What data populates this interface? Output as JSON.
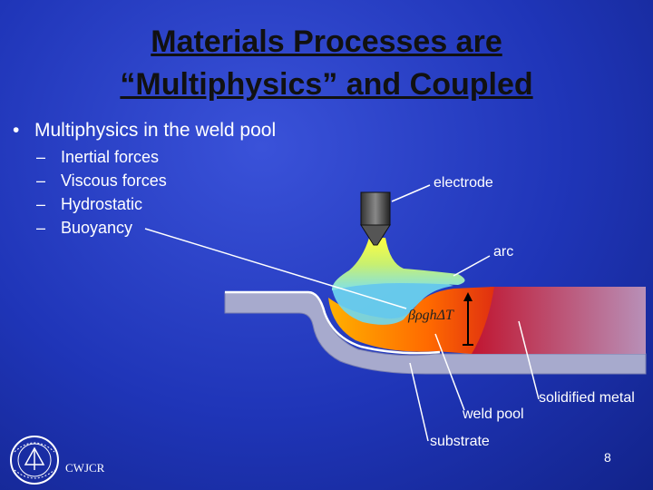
{
  "title": {
    "line1": "Materials Processes are",
    "line2": "“Multiphysics” and Coupled"
  },
  "bullet": {
    "marker": "•",
    "text": "Multiphysics in the weld pool"
  },
  "sub_items": [
    {
      "dash": "–",
      "text": "Inertial forces"
    },
    {
      "dash": "–",
      "text": "Viscous forces"
    },
    {
      "dash": "–",
      "text": "Hydrostatic"
    },
    {
      "dash": "–",
      "text": "Buoyancy"
    }
  ],
  "diagram": {
    "electrode_label": "electrode",
    "arc_label": "arc",
    "formula": "βρghΔT",
    "solidified_label": "solidified metal",
    "weld_pool_label": "weld pool",
    "substrate_label": "substrate"
  },
  "footer": {
    "org": "CWJCR",
    "page_number": "8"
  },
  "colors": {
    "background": "#1f35b8",
    "title_text": "#111111",
    "weld_pool": "#ff6a00",
    "solidified_metal": "#b5233a",
    "substrate": "#9aa0c8"
  }
}
